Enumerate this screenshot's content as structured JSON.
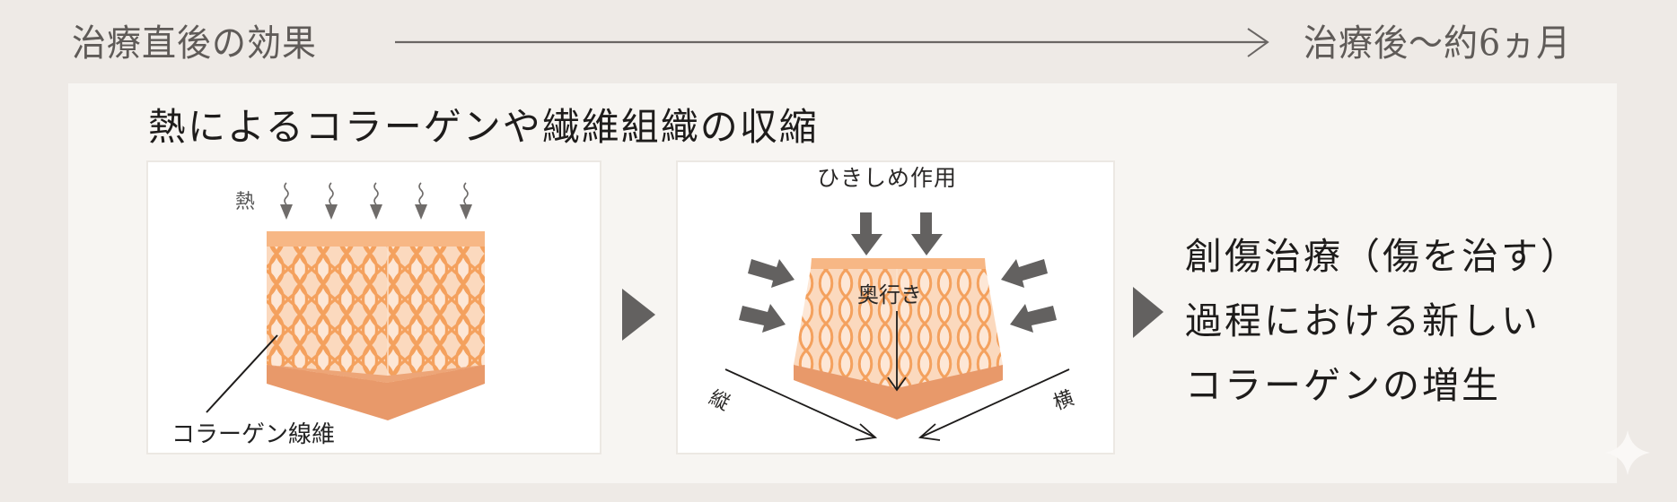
{
  "header": {
    "start_label": "治療直後の効果",
    "end_label": "治療後～約6ヵ月",
    "timeline_arrow_icon": "long-right-arrow"
  },
  "panel": {
    "title": "熱によるコラーゲンや繊維組織の収縮",
    "card_before": {
      "heat_label": "熱",
      "heat_arrow_icon": "wavy-down-arrow",
      "heat_arrow_count": 5,
      "fiber_label": "コラーゲン線維"
    },
    "card_after": {
      "tightening_label": "ひきしめ作用",
      "depth_label": "奥行き",
      "vertical_label": "縦",
      "horizontal_label": "横"
    },
    "step_arrow_icon": "play-triangle",
    "result_lines": [
      "創傷治療（傷を治す）",
      "過程における新しい",
      "コラーゲンの増生"
    ]
  },
  "colors": {
    "page_bg": "#EEEAE6",
    "panel_bg": "#F7F5F2",
    "card_bg": "#FFFFFF",
    "arrow_gray": "#666463",
    "mesh_orange": "#F5A867",
    "cube_fill": "#FBD9BE",
    "cube_base": "#E8996A",
    "text_dark": "#1E1C1B",
    "header_text": "#5F5B58"
  }
}
